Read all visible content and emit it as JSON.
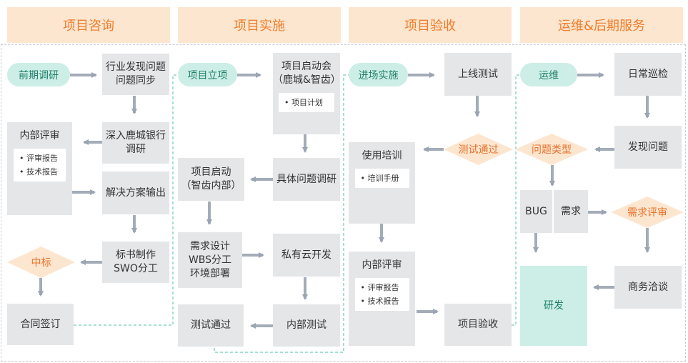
{
  "phases": [
    "项目咨询",
    "项目实施",
    "项目验收",
    "运维&后期服务"
  ],
  "consult": {
    "start": "前期调研",
    "issue_sync": [
      "行业发现问题",
      "问题同步"
    ],
    "bank_research": [
      "深入鹿城银行",
      "调研"
    ],
    "review": "内部评审",
    "review_items": [
      "评审报告",
      "技术报告"
    ],
    "solution": "解决方案输出",
    "tender": [
      "标书制作",
      "SWO分工"
    ],
    "win": "中标",
    "contract": "合同签订"
  },
  "impl": {
    "start": "项目立项",
    "kickoff": [
      "项目启动会",
      "（鹿城&智齿）"
    ],
    "kickoff_item": "项目计划",
    "research": "具体问题调研",
    "internal_start": [
      "项目启动",
      "（智齿内部）"
    ],
    "design": [
      "需求设计",
      "WBS分工",
      "环境部署"
    ],
    "cloud": "私有云开发",
    "internal_test": "内部测试",
    "test_pass": "测试通过"
  },
  "accept": {
    "start": "进场实施",
    "online_test": "上线测试",
    "test_pass": "测试通过",
    "training": "使用培训",
    "training_item": "培训手册",
    "review": "内部评审",
    "review_items": [
      "评审报告",
      "技术报告"
    ],
    "acceptance": "项目验收"
  },
  "ops": {
    "start": "运维",
    "patrol": "日常巡检",
    "find": "发现问题",
    "type": "问题类型",
    "bug": "BUG",
    "req": "需求",
    "req_review": "需求评审",
    "biz": "商务洽谈",
    "dev": "研发"
  }
}
